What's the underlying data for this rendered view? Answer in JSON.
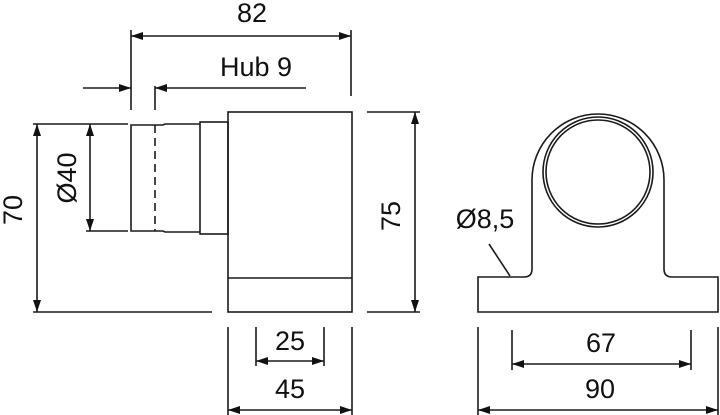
{
  "drawing": {
    "type": "technical drawing",
    "views": [
      "side view",
      "front view"
    ],
    "dimensions": {
      "overall_length": "82",
      "stroke": "Hub 9",
      "height_left": "70",
      "diameter": "Ø40",
      "height_right": "75",
      "base_inner": "25",
      "base_outer": "45",
      "hole_diameter": "Ø8,5",
      "hole_spacing": "67",
      "base_width": "90"
    },
    "colors": {
      "line": "#1a1a1a",
      "background": "#ffffff"
    }
  }
}
